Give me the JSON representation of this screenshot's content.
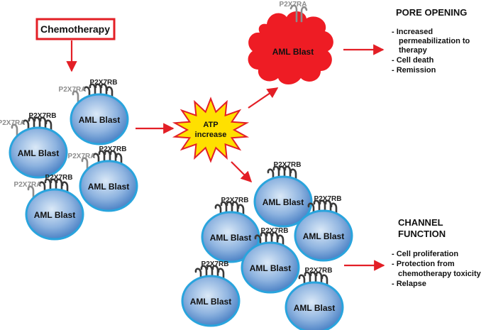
{
  "trigger": {
    "label": "Chemotherapy"
  },
  "cell_label": "AML Blast",
  "receptor_labels": {
    "a": "P2X7RA",
    "b": "P2X7RB"
  },
  "atp": {
    "line1": "ATP",
    "line2": "increase"
  },
  "pore": {
    "title": "PORE OPENING",
    "outcomes": [
      "- Increased",
      "permeabilization to",
      "therapy",
      "- Cell death",
      "- Remission"
    ]
  },
  "channel": {
    "title_line1": "CHANNEL",
    "title_line2": "FUNCTION",
    "outcomes": [
      "- Cell proliferation",
      "- Protection from",
      "chemotherapy toxicity",
      "- Relapse"
    ]
  },
  "colors": {
    "arrow": "#e31f26",
    "chemo_box_border": "#e31f26",
    "cell_fill_center": "#dbe9f7",
    "cell_fill_edge": "#3f78c0",
    "cell_border": "#29a4dd",
    "dead_cell": "#ee1c24",
    "atp_burst_fill": "#ffe000",
    "atp_burst_border": "#e31f26",
    "receptor_dark": "#3a3a3a",
    "receptor_gray": "#8c8c8c"
  }
}
